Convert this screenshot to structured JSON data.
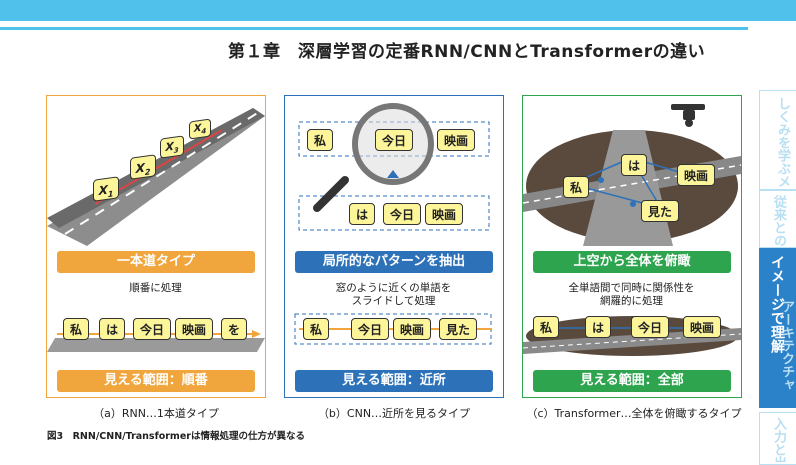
{
  "header": {
    "chapter_title": "第１章　深層学習の定番RNN/CNNとTransformerの違い"
  },
  "panels": [
    {
      "kind": "rnn",
      "tokens": [
        "X",
        "X",
        "X",
        "X"
      ],
      "token_subs": [
        "1",
        "2",
        "3",
        "4"
      ],
      "badge": "一本道タイプ",
      "desc": "順番に処理",
      "words": [
        "私",
        "は",
        "今日",
        "映画",
        "を"
      ],
      "scope": "見える範囲：順番",
      "caption": "（a）RNN…1本道タイプ"
    },
    {
      "kind": "cnn",
      "top_words": [
        "私",
        "今日",
        "映画"
      ],
      "mid_words": [
        "は",
        "今日",
        "映画"
      ],
      "badge": "局所的なパターンを抽出",
      "desc_lines": [
        "窓のように近くの単語を",
        "スライドして処理"
      ],
      "words": [
        "私",
        "今日",
        "映画",
        "見た"
      ],
      "scope": "見える範囲：近所",
      "caption": "（b）CNN…近所を見るタイプ"
    },
    {
      "kind": "transformer",
      "top_words": [
        "は",
        "私",
        "映画",
        "見た"
      ],
      "badge": "上空から全体を俯瞰",
      "desc_lines": [
        "全単語間で同時に関係性を",
        "網羅的に処理"
      ],
      "words": [
        "私",
        "は",
        "今日",
        "映画"
      ],
      "scope": "見える範囲：全部",
      "caption": "（c）Transformer…全体を俯瞰するタイプ"
    }
  ],
  "figure_caption": "図3　RNN/CNN/Transformerは情報処理の仕方が異なる",
  "side_tabs": [
    "しくみを学ぶメリット",
    "従来との違い",
    "イメージで理解",
    "アーキテクチャ",
    "入力と出力"
  ],
  "colors": {
    "orange": "#f0a63d",
    "blue": "#2d72b8",
    "green": "#2ea44f",
    "tab": "#4fc1ea",
    "word_bg": "#fdf59a"
  }
}
